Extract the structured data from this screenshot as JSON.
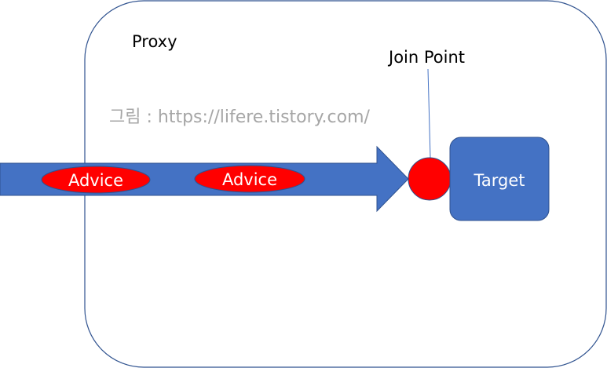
{
  "proxy": {
    "label": "Proxy"
  },
  "join_point": {
    "label": "Join Point"
  },
  "watermark": {
    "text": "그림 : https://lifere.tistory.com/"
  },
  "advices": [
    {
      "label": "Advice"
    },
    {
      "label": "Advice"
    }
  ],
  "target": {
    "label": "Target"
  },
  "colors": {
    "blue": "#4472C4",
    "blue_dark": "#2F528F",
    "red": "#FF0000",
    "watermark_gray": "#A6A6A6",
    "proxy_border": "#2F528F"
  }
}
